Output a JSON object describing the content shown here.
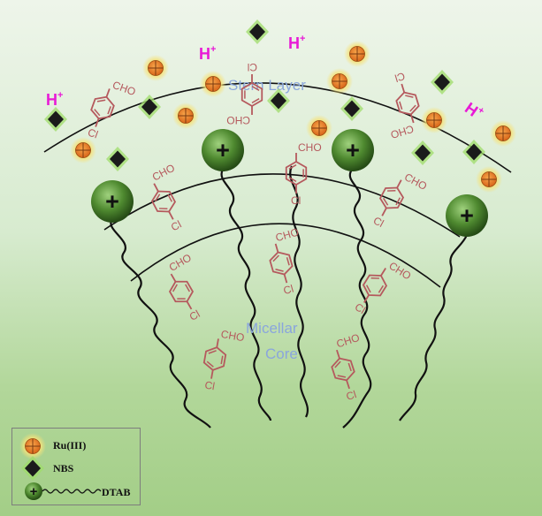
{
  "labels": {
    "stern_layer": "Stern Layer",
    "micellar_core_line1": "Micellar",
    "micellar_core_line2": "Core",
    "proton": "H",
    "proton_charge": "+",
    "plus": "+",
    "cho": "CHO",
    "cl": "Cl"
  },
  "legend": {
    "ru": "Ru(III)",
    "nbs": "NBS",
    "dtab": "DTAB"
  },
  "colors": {
    "proton": "#e81ad6",
    "molecule": "#b5595d",
    "layer_text": "#8aa6dc",
    "ru_fill": "#f08a24",
    "ru_halo": "#f3e46e",
    "nbs_fill": "#1a1a1a",
    "nbs_halo": "#79c944",
    "head_dark": "#2f5d1c",
    "head_light": "#8bc46a"
  }
}
